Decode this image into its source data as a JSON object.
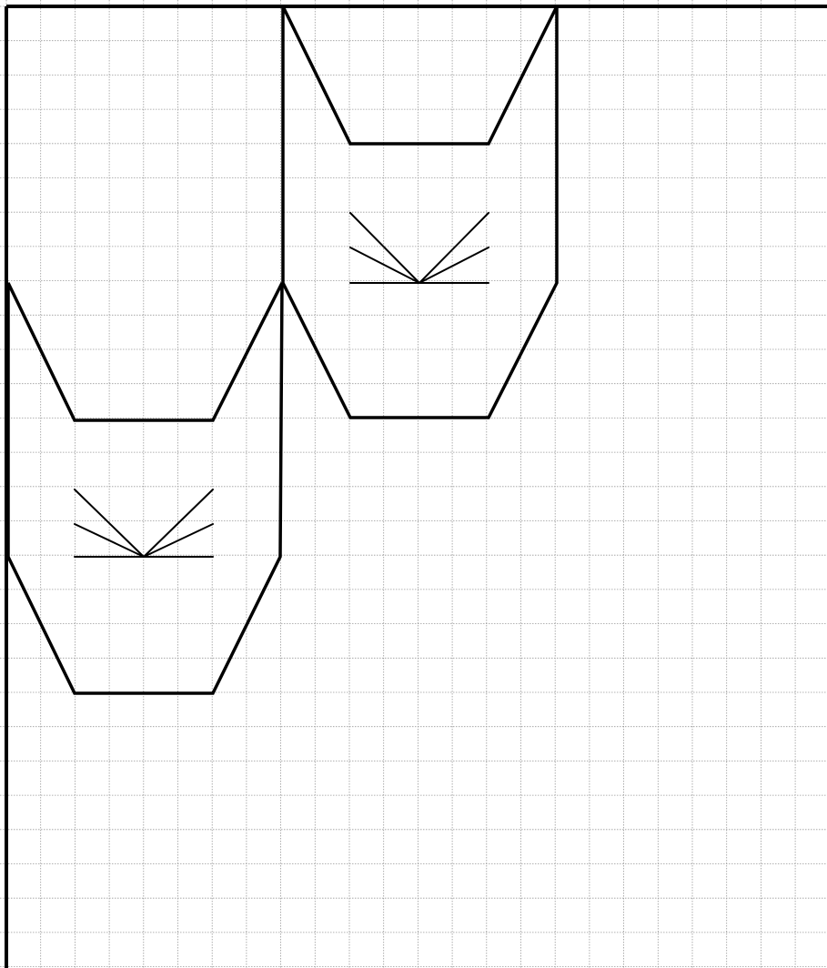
{
  "diagram": {
    "background": "#ffffff",
    "grid": true,
    "grid_color": "#9a9a9a",
    "line_color": "#000000",
    "shapes": [
      {
        "name": "cat-face-upper",
        "whiskers": 5
      },
      {
        "name": "cat-face-lower",
        "whiskers": 5
      }
    ]
  }
}
